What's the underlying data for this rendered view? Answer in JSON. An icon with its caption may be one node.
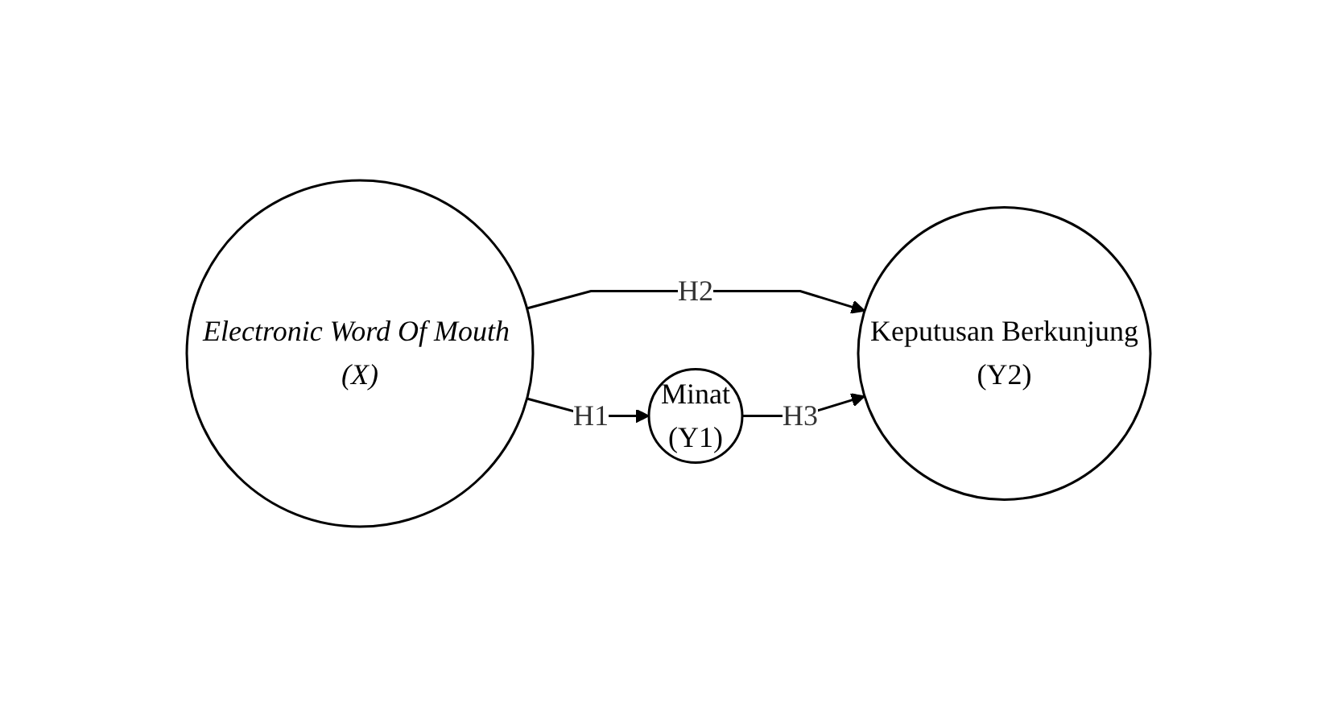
{
  "diagram": {
    "nodes": [
      {
        "text": [
          "Electronic Word Of Mouth (X)"
        ]
      },
      {
        "text": [
          "Minat",
          "(Y1)"
        ]
      },
      {
        "text": [
          "Keputusan Berkunjung",
          "(Y2)"
        ]
      }
    ],
    "edges": [
      {
        "from": 0,
        "to": 1,
        "arrow": "to",
        "label": "H1"
      },
      {
        "from": 0,
        "to": 2,
        "arrow": "to",
        "label": "H2"
      },
      {
        "from": 1,
        "to": 2,
        "arrow": "to",
        "label": "H3"
      }
    ]
  }
}
